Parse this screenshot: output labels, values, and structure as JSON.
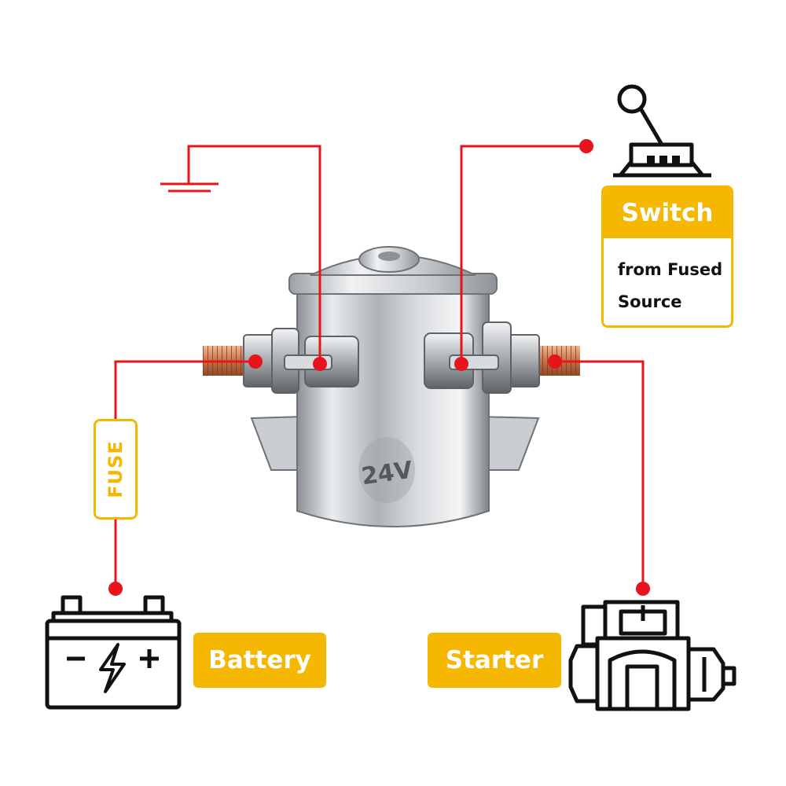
{
  "labels": {
    "battery": "Battery",
    "starter": "Starter",
    "switch_title": "Switch",
    "switch_sub_line1": "from Fused",
    "switch_sub_line2": "Source",
    "fuse": "FUSE",
    "solenoid_voltage": "24V"
  },
  "icons": {
    "ground": "ground-symbol-icon",
    "switch": "joystick-switch-icon",
    "battery": "car-battery-icon",
    "starter": "starter-motor-icon"
  },
  "colors": {
    "wire": "#e8141c",
    "accent": "#f5b700",
    "icon": "#111111",
    "copper": "#c9744a",
    "steel": "#b9bec4"
  }
}
